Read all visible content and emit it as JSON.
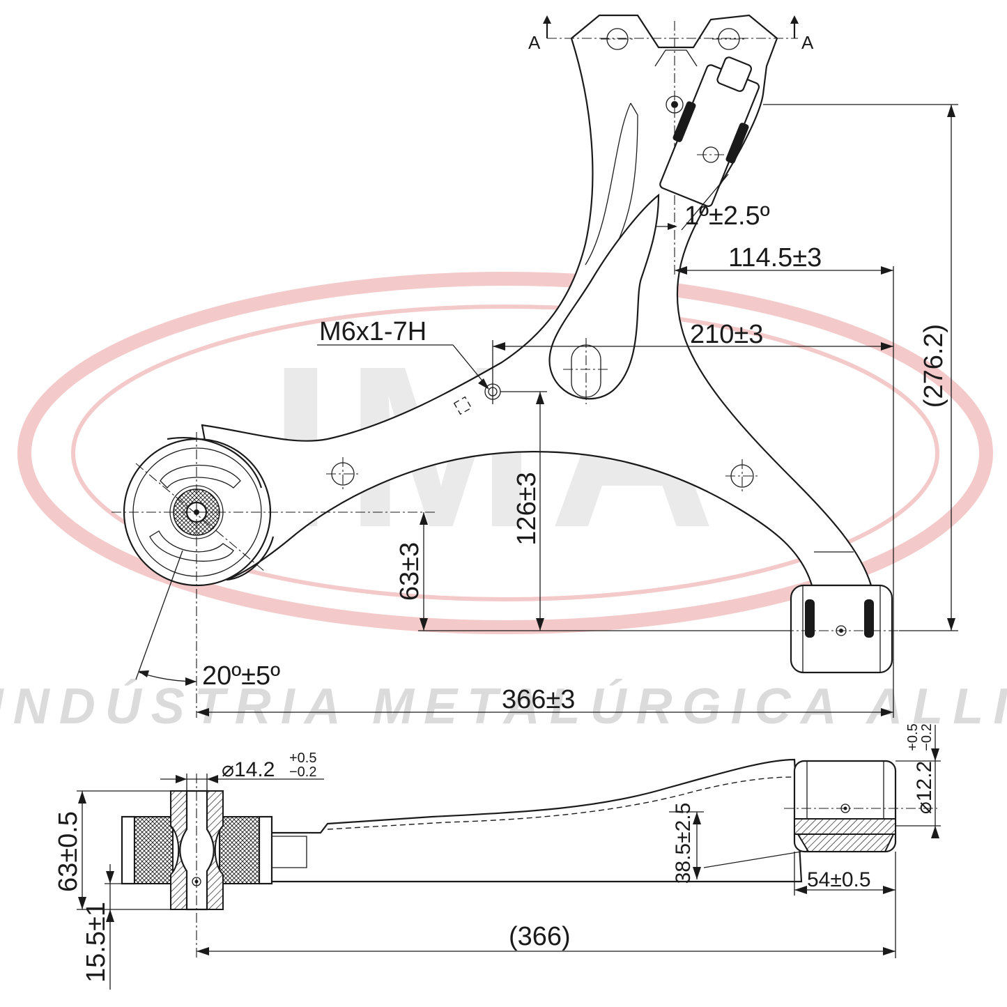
{
  "watermark": {
    "logo_text": "IMA",
    "company": "INDÚSTRIA METALÚRGICA ALLI"
  },
  "section": {
    "marker_left": "A",
    "marker_right": "A"
  },
  "top_view": {
    "angle_bracket": "1º±2.5º",
    "dim_114": "114.5±3",
    "dim_210": "210±3",
    "dim_276": "(276.2)",
    "thread": "M6x1-7H",
    "dim_126": "126±3",
    "dim_63": "63±3",
    "angle_bushing": "20º±5º",
    "dim_366": "366±3"
  },
  "side_view": {
    "bore_14_base": "⌀14.2",
    "bore_14_tol_plus": "+0.5",
    "bore_14_tol_minus": "−0.2",
    "bore_12_base": "⌀12.2",
    "bore_12_tol_plus": "+0.5",
    "bore_12_tol_minus": "−0.2",
    "dim_63": "63±0.5",
    "dim_38": "38.5±2.5",
    "dim_54": "54±0.5",
    "dim_15": "15.5±1",
    "dim_366": "(366)"
  }
}
